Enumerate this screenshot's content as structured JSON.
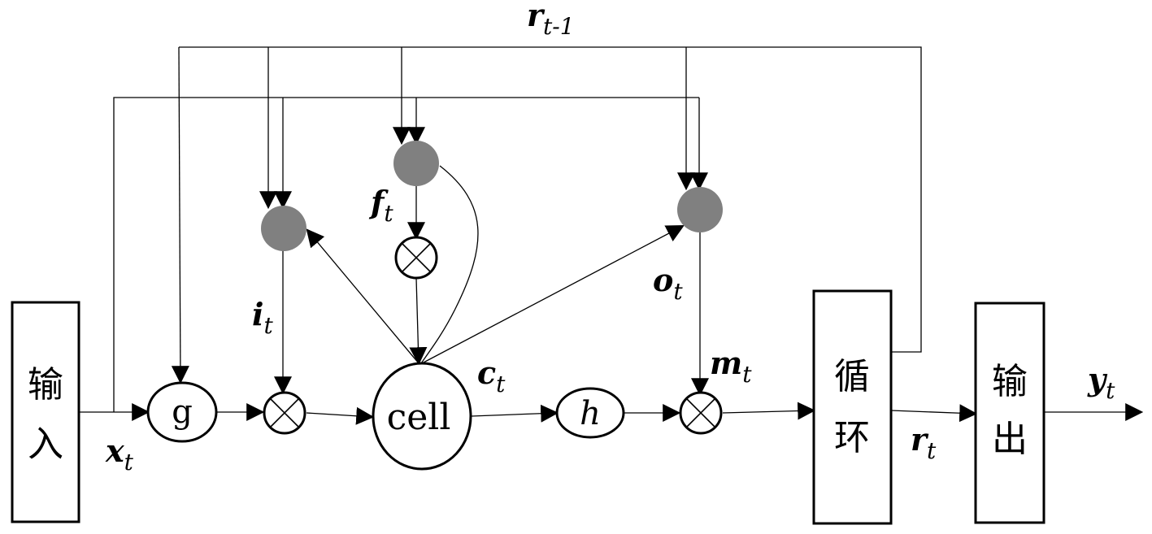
{
  "blocks": {
    "input": [
      "输",
      "入"
    ],
    "recurrent": [
      "循",
      "环"
    ],
    "output": [
      "输",
      "出"
    ]
  },
  "nodes": {
    "g": "g",
    "h": "h",
    "cell": "cell"
  },
  "labels": {
    "x": {
      "main": "x",
      "sub": "t"
    },
    "i": {
      "main": "i",
      "sub": "t"
    },
    "f": {
      "main": "f",
      "sub": "t"
    },
    "o": {
      "main": "o",
      "sub": "t"
    },
    "c": {
      "main": "c",
      "sub": "t"
    },
    "m": {
      "main": "m",
      "sub": "t"
    },
    "r": {
      "main": "r",
      "sub": "t"
    },
    "y": {
      "main": "y",
      "sub": "t"
    },
    "r_prev": {
      "main": "r",
      "sub": "t-1"
    }
  },
  "colors": {
    "gate_fill": "#808080",
    "stroke": "#000000"
  }
}
